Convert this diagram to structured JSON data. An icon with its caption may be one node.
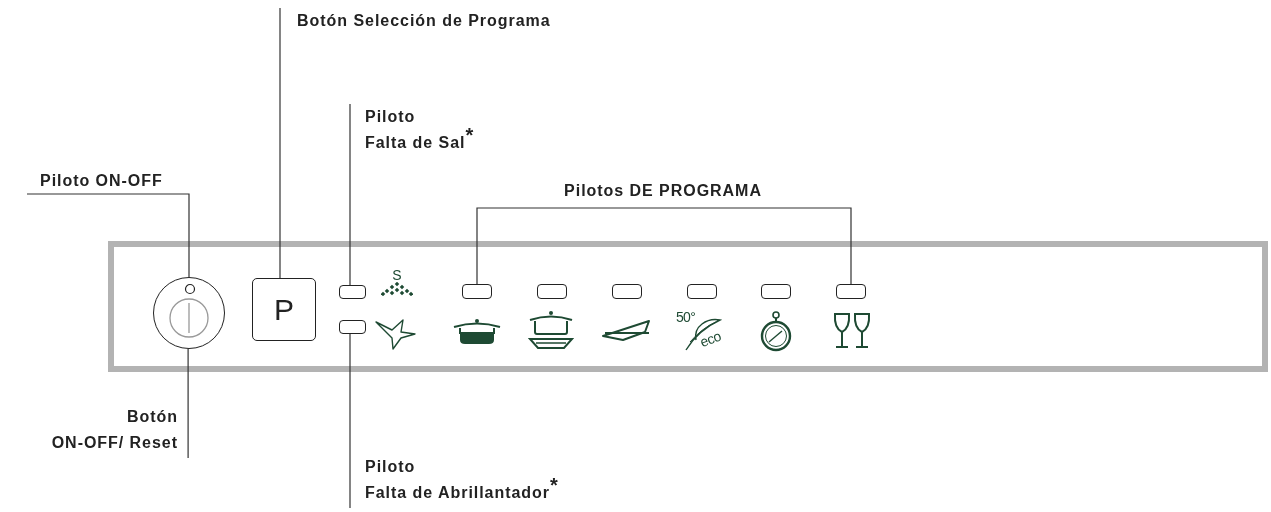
{
  "diagram": {
    "nodes": [
      {
        "text": [
          "Piloto ON-OFF"
        ]
      },
      {
        "text": [
          "Botón Selección de Programa"
        ]
      },
      {
        "text": [
          "Piloto",
          "Falta de Sal$^{*}$"
        ]
      },
      {
        "text": [
          "Pilotos DE PROGRAMA"
        ]
      },
      {
        "text": [
          "Botón",
          "ON-OFF/ Reset"
        ]
      },
      {
        "text": [
          "Piloto",
          "Falta de Abrillantador$^{*}$"
        ]
      },
      {
        "text": [],
        "shape": "circle"
      },
      {
        "text": [
          "P"
        ]
      },
      {
        "text": [],
        "shape": "box"
      },
      {
        "text": [],
        "shape": "box"
      },
      {
        "text": [],
        "shape": "box"
      },
      {
        "text": [],
        "shape": "box"
      },
      {
        "text": [],
        "shape": "box"
      },
      {
        "text": [],
        "shape": "box"
      },
      {
        "text": [],
        "shape": "box"
      },
      {
        "text": [],
        "shape": "box"
      }
    ],
    "edges": [
      {
        "from": 0,
        "to": 6,
        "arrow": "none"
      },
      {
        "from": 1,
        "to": 7,
        "arrow": "none"
      },
      {
        "from": 2,
        "to": 8,
        "arrow": "none"
      },
      {
        "from": 3,
        "to": 10,
        "arrow": "none"
      },
      {
        "from": 3,
        "to": 15,
        "arrow": "none"
      },
      {
        "from": 4,
        "to": 6,
        "arrow": "none"
      },
      {
        "from": 5,
        "to": 9,
        "arrow": "none"
      }
    ],
    "labels": [
      "S",
      "50°",
      "eco"
    ]
  }
}
